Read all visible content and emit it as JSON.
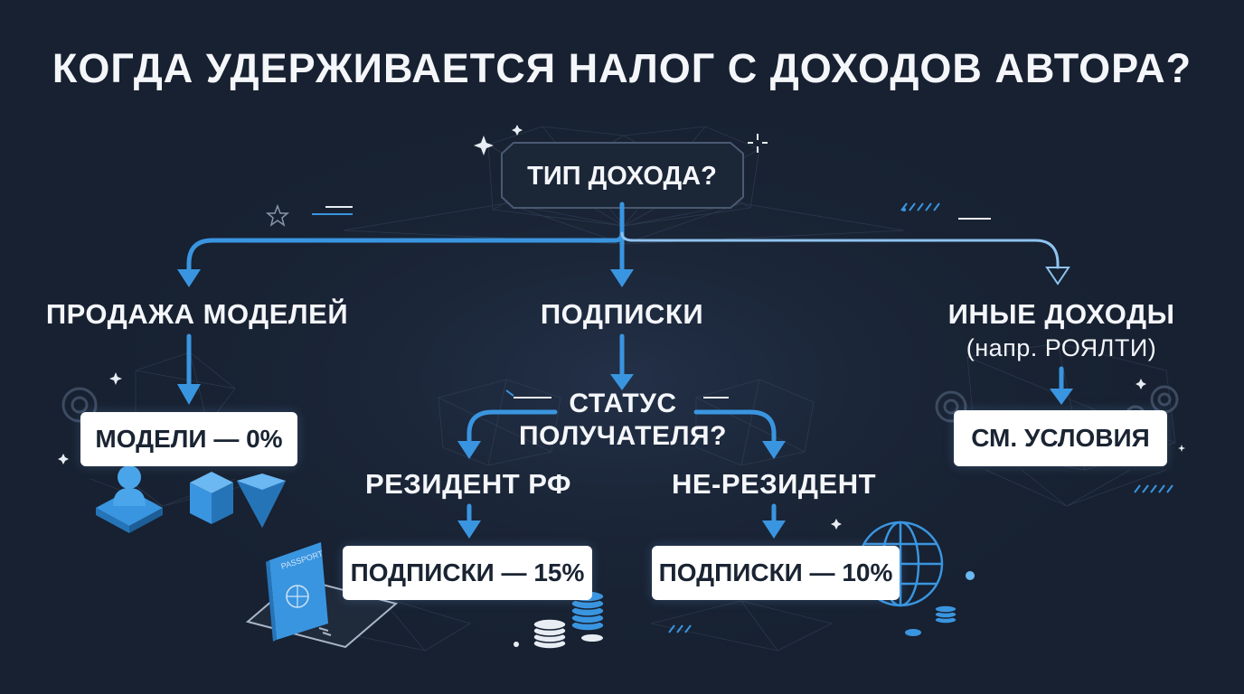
{
  "title": "КОГДА УДЕРЖИВАЕТСЯ НАЛОГ С ДОХОДОВ АВТОРА?",
  "root": "ТИП ДОХОДА?",
  "branches": {
    "sales": {
      "label": "ПРОДАЖА МОДЕЛЕЙ",
      "result": "МОДЕЛИ — 0%"
    },
    "subscriptions": {
      "label": "ПОДПИСКИ",
      "question_line1": "СТАТУС",
      "question_line2": "ПОЛУЧАТЕЛЯ?",
      "resident": {
        "label": "РЕЗИДЕНТ РФ",
        "result": "ПОДПИСКИ — 15%"
      },
      "nonresident": {
        "label": "НЕ-РЕЗИДЕНТ",
        "result": "ПОДПИСКИ — 10%"
      }
    },
    "other": {
      "label": "ИНЫЕ ДОХОДЫ",
      "sublabel": "(напр. РОЯЛТИ)",
      "result": "СМ. УСЛОВИЯ"
    }
  },
  "decor": {
    "passport_text": "PASSPORT",
    "icons": [
      "user-figure-icon",
      "cube-icon",
      "prism-icon",
      "passport-icon",
      "coins-icon",
      "globe-icon",
      "gear-icon",
      "sparkle-icon"
    ]
  },
  "colors": {
    "background": "#172131",
    "accent_blue": "#3a95e0",
    "box_fill": "#ffffff",
    "text": "#f4f6fa"
  }
}
